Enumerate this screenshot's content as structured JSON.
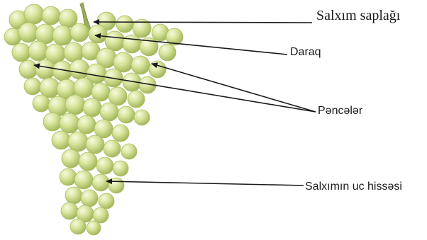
{
  "labels": {
    "stem": "Salxım saplağı",
    "comb": "Daraq",
    "branches": "Pəncələr",
    "tip": "Salxımın uc hissəsi"
  },
  "colors": {
    "grape_light": "#e4ecb0",
    "grape_mid": "#bfd27a",
    "grape_dark": "#8ea54a",
    "stem": "#9aae55",
    "arrow": "#1a1a1a",
    "text": "#1a1a1a"
  }
}
